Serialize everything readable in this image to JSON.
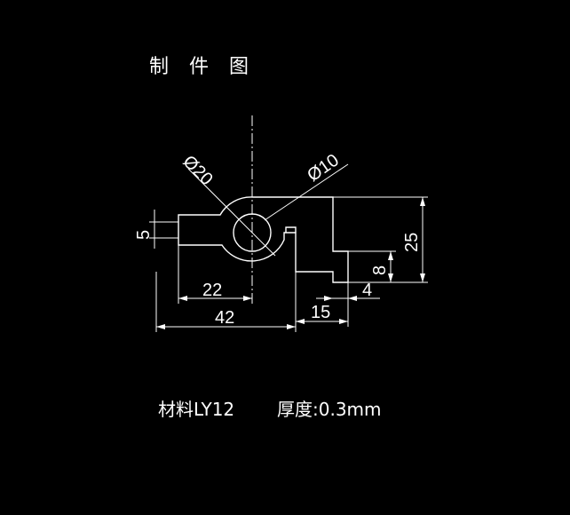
{
  "title": "制 件 图",
  "dimensions": {
    "d20": "Ø20",
    "d10": "Ø10",
    "h5": "5",
    "w22": "22",
    "w42": "42",
    "w15": "15",
    "h25": "25",
    "h8": "8",
    "w4": "4"
  },
  "note": {
    "material": "材料LY12",
    "thickness": "厚度:0.3mm"
  }
}
